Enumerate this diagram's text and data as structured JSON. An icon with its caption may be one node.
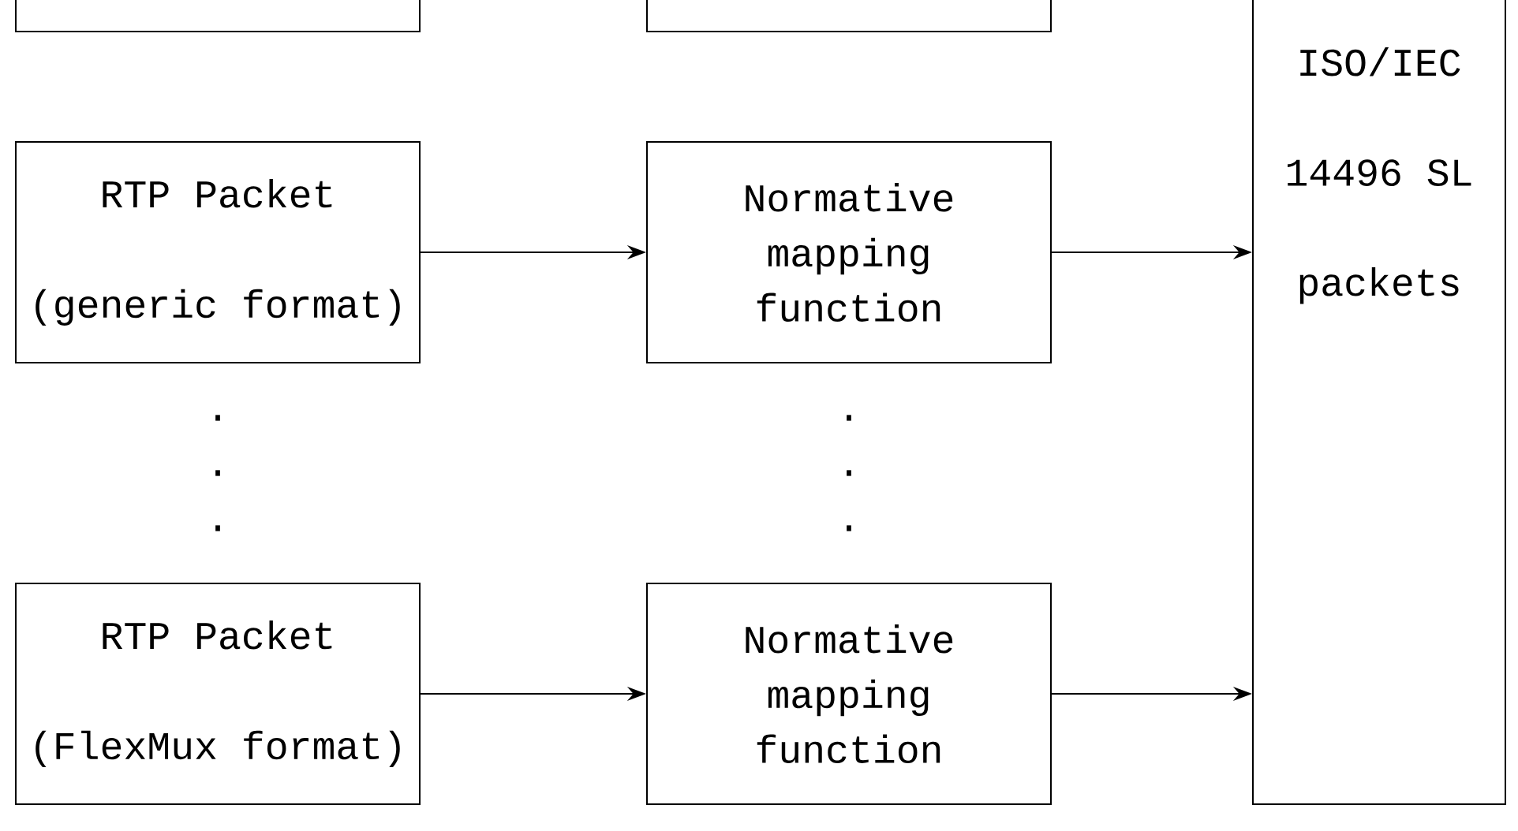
{
  "diagram": {
    "nodes": [
      {
        "text": [
          "RTP Packet",
          "(generic format)"
        ]
      },
      {
        "text": [
          "Normative mapping function"
        ]
      },
      {
        "text": [
          "ISO/IEC 14496 SL packets"
        ]
      },
      {
        "text": [
          "RTP Packet",
          "(FlexMux format)"
        ]
      },
      {
        "text": [
          "Normative mapping function"
        ]
      }
    ],
    "edges": [
      {
        "from": 0,
        "to": 1,
        "arrow": "to"
      },
      {
        "from": 1,
        "to": 2,
        "arrow": "to"
      },
      {
        "from": 3,
        "to": 4,
        "arrow": "to"
      },
      {
        "from": 4,
        "to": 2,
        "arrow": "to"
      }
    ],
    "labels": [
      ".",
      ".",
      ".",
      ".",
      ".",
      "."
    ]
  }
}
